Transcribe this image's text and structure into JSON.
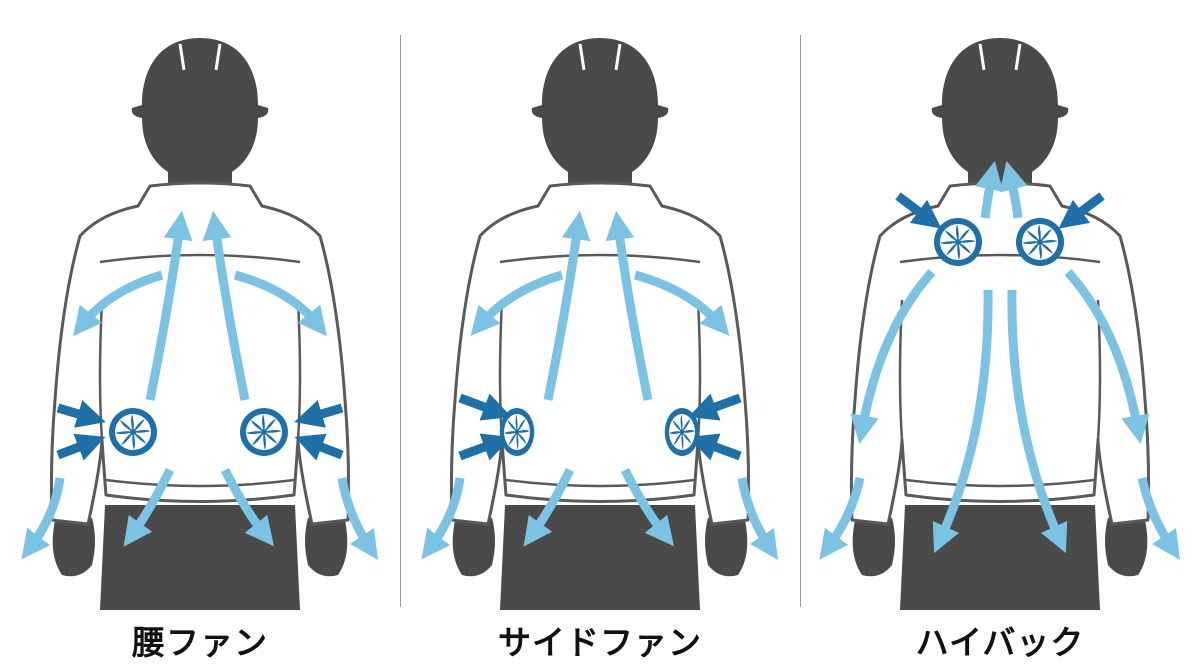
{
  "colors": {
    "silhouette": "#4a4a4a",
    "jacket_fill": "#ffffff",
    "jacket_outline": "#5a5a5a",
    "airflow_out": "#7cc3e3",
    "airflow_in": "#1f6fa8",
    "fan": "#1f6fa8",
    "divider": "#9a9a9a",
    "label_text": "#111111"
  },
  "panels": [
    {
      "id": "waist-fan",
      "label": "腰ファン",
      "fan_position": "lower back (waist)",
      "fan_count": 2
    },
    {
      "id": "side-fan",
      "label": "サイドファン",
      "fan_position": "sides",
      "fan_count": 2
    },
    {
      "id": "high-back",
      "label": "ハイバック",
      "fan_position": "upper back (shoulders)",
      "fan_count": 2
    }
  ],
  "icons": {
    "fan": "fan-icon",
    "arrow_in": "intake-arrow-icon",
    "arrow_out": "airflow-arrow-icon",
    "worker": "worker-silhouette-icon"
  }
}
